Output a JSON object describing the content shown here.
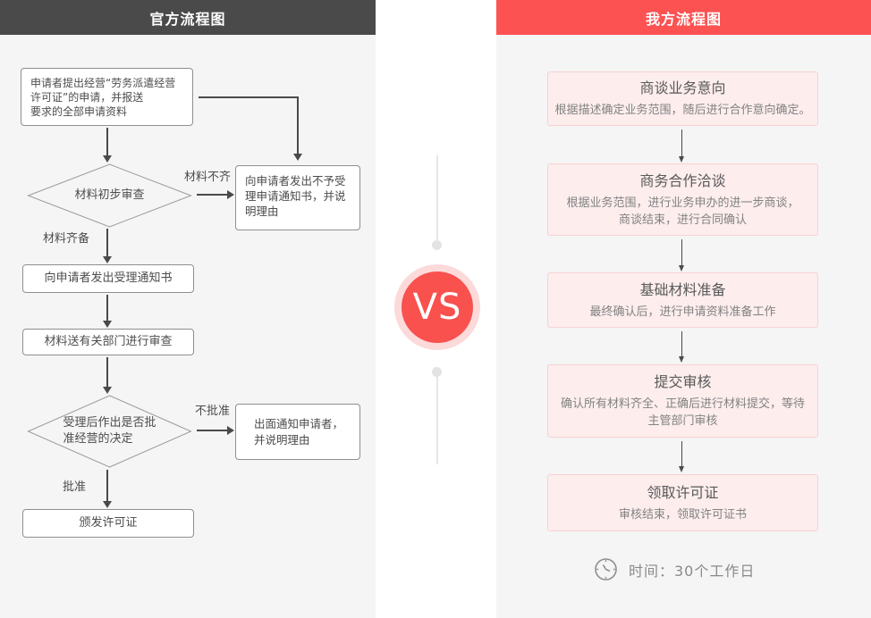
{
  "left_panel": {
    "header": "官方流程图",
    "box_apply": "申请者提出经营“劳务派遣经营\n许可证”的申请，并报送\n要求的全部申请资料",
    "diamond_initial_review": "材料初步审查",
    "label_materials_incomplete": "材料不齐",
    "box_reject_notice": "向申请者发出不予受\n理申请通知书，并说\n明理由",
    "label_materials_complete": "材料齐备",
    "box_accept_notice": "向申请者发出受理通知书",
    "box_dept_review": "材料送有关部门进行审查",
    "diamond_approval_decision": "受理后作出是否批\n准经营的决定",
    "label_not_approved": "不批准",
    "box_notify_rejection": "出面通知申请者，\n并说明理由",
    "label_approved": "批准",
    "box_issue_license": "颁发许可证"
  },
  "center": {
    "vs_label": "VS"
  },
  "right_panel": {
    "header": "我方流程图",
    "steps": [
      {
        "title": "商谈业务意向",
        "desc": "根据描述确定业务范围，随后进行合作意向确定。"
      },
      {
        "title": "商务合作洽谈",
        "desc": "根据业务范围，进行业务申办的进一步商谈，\n商谈结束，进行合同确认"
      },
      {
        "title": "基础材料准备",
        "desc": "最终确认后，进行申请资料准备工作"
      },
      {
        "title": "提交审核",
        "desc": "确认所有材料齐全、正确后进行材料提交，等待\n主管部门审核"
      },
      {
        "title": "领取许可证",
        "desc": "审核结束，领取许可证书"
      }
    ],
    "time_note": "时间：30个工作日",
    "time_icon": "clock-icon"
  },
  "colors": {
    "left_header_bg": "#4a4a4a",
    "right_header_bg": "#fd5252",
    "vs_circle": "#f8514e",
    "vs_ring": "#fcdada",
    "panel_bg": "#f5f5f5",
    "step_fill": "#fdeded",
    "step_border": "#f7d2d2",
    "flow_box_border": "#8f8f8f",
    "arrow": "#4a4a4a"
  }
}
